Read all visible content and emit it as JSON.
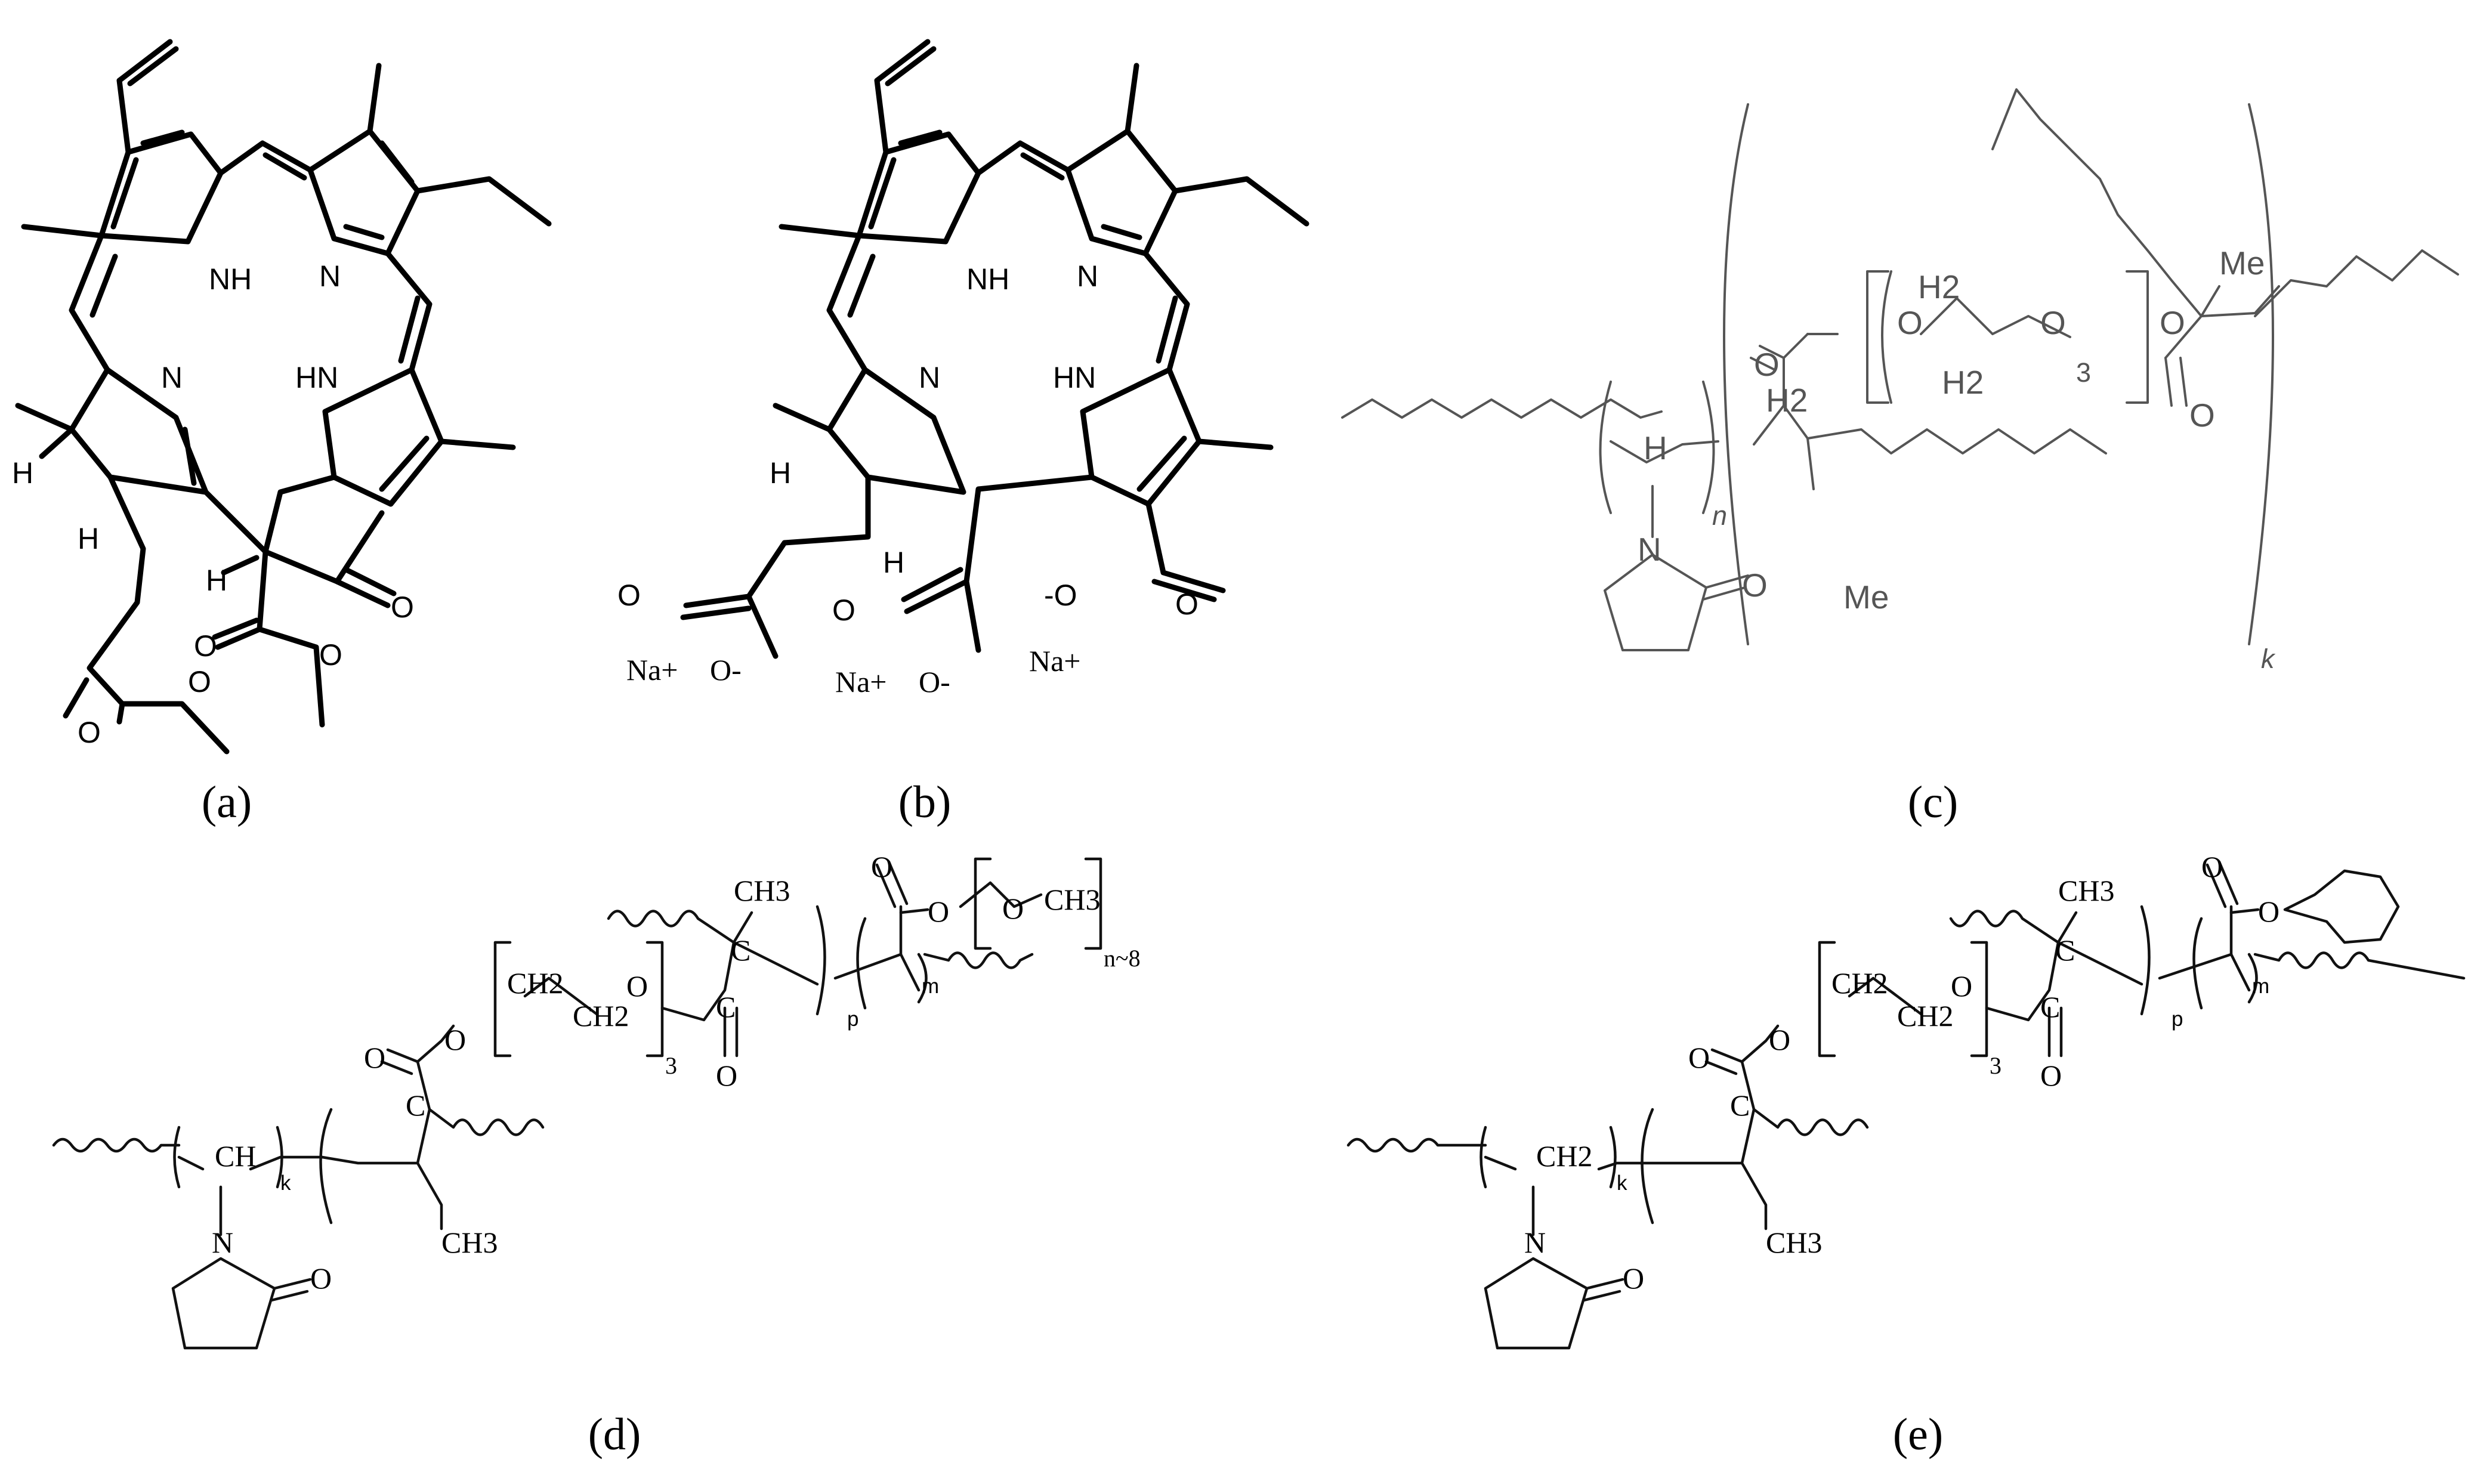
{
  "panels": [
    {
      "id": "a",
      "caption": "(a)"
    },
    {
      "id": "b",
      "caption": "(b)"
    },
    {
      "id": "c",
      "caption": "(c)"
    },
    {
      "id": "d",
      "caption": "(d)"
    },
    {
      "id": "e",
      "caption": "(e)"
    }
  ],
  "atoms": {
    "nh": "NH",
    "hn": "HN",
    "n": "N",
    "o": "O",
    "h": "H",
    "na_plus": "Na+",
    "o_minus": "O-",
    "minus_o": "-O",
    "me": "Me",
    "h2": "H2",
    "c": "C",
    "ch": "CH",
    "ch2": "CH2",
    "ch3": "CH3"
  },
  "subscripts": {
    "n": "n",
    "k": "k",
    "p": "p",
    "m": "m",
    "three": "3",
    "n_approx_8": "n~8"
  }
}
